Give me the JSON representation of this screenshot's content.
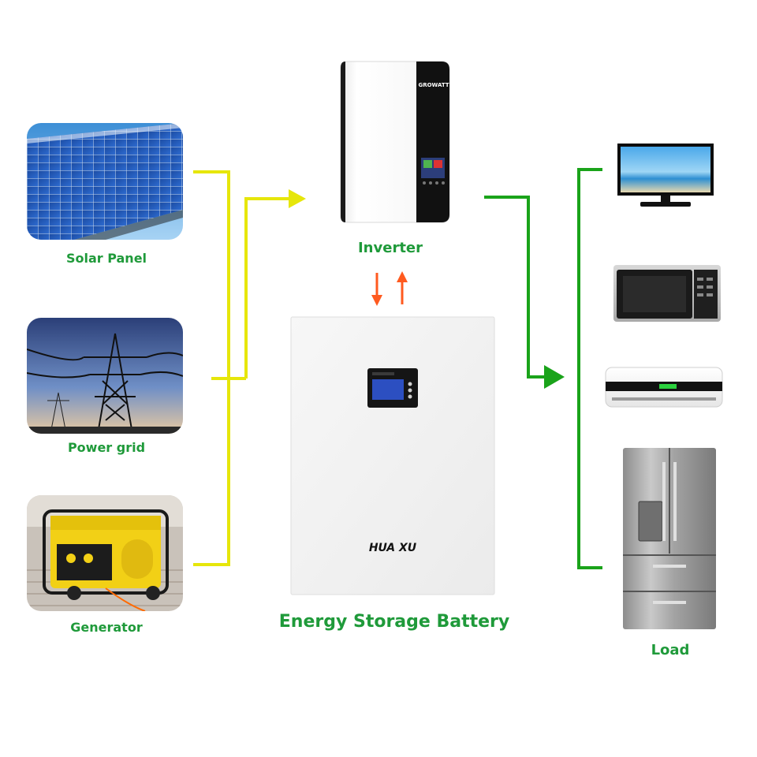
{
  "sources": [
    {
      "label": "Solar Panel"
    },
    {
      "label": "Power grid"
    },
    {
      "label": "Generator"
    }
  ],
  "inverter": {
    "label": "Inverter",
    "brand": "GROWATT"
  },
  "battery": {
    "label": "Energy Storage Battery",
    "brand": "HUA XU"
  },
  "load": {
    "label": "Load"
  },
  "colors": {
    "source_lines": "#e6e60a",
    "load_lines": "#1aa31a",
    "battery_arrows": "#ff5a1f",
    "labels": "#1f9a3a"
  }
}
